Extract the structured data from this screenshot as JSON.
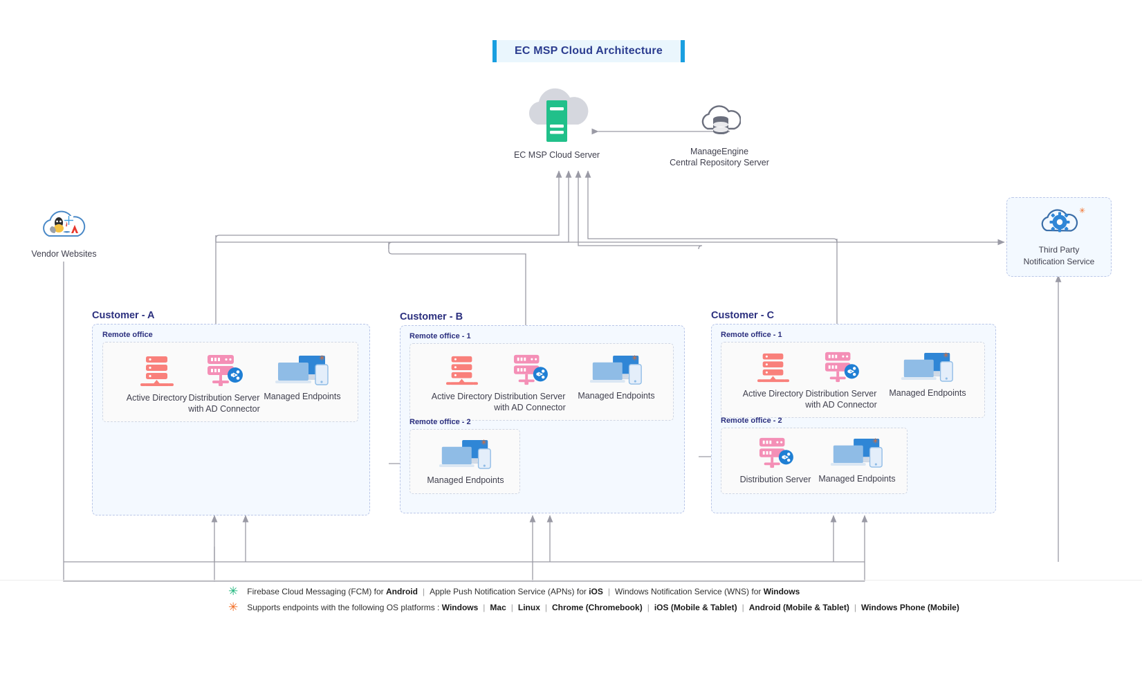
{
  "title": {
    "text": "EC MSP Cloud Architecture",
    "accent": "#1a9fe0",
    "bg": "#eaf6fd",
    "color": "#2b3c8f"
  },
  "cloud": {
    "server_label": "EC MSP Cloud Server",
    "repo_label_line1": "ManageEngine",
    "repo_label_line2": "Central Repository Server",
    "server_color": "#21c08a",
    "cloud_color": "#d5d7de"
  },
  "vendor": {
    "label": "Vendor Websites",
    "logos": [
      "apple-logo",
      "linux-penguin-logo",
      "windows-logo",
      "java-logo",
      "adobe-logo"
    ]
  },
  "third_party": {
    "line1": "Third Party",
    "line2": "Notification Service",
    "icon": "cloud-gear-icon",
    "accent": "#2f86d6"
  },
  "customers": [
    {
      "name": "Customer - A",
      "offices": [
        {
          "label": "Remote office",
          "nodes": [
            {
              "icon": "active-directory-icon",
              "label": "Active Directory",
              "label2": ""
            },
            {
              "icon": "distribution-server-icon",
              "label": "Distribution Server",
              "label2": "with AD Connector"
            },
            {
              "icon": "managed-endpoints-icon",
              "label": "Managed Endpoints",
              "label2": "",
              "badge": "*"
            }
          ]
        }
      ]
    },
    {
      "name": "Customer - B",
      "offices": [
        {
          "label": "Remote office - 1",
          "nodes": [
            {
              "icon": "active-directory-icon",
              "label": "Active Directory",
              "label2": ""
            },
            {
              "icon": "distribution-server-icon",
              "label": "Distribution Server",
              "label2": "with AD Connector"
            },
            {
              "icon": "managed-endpoints-icon",
              "label": "Managed Endpoints",
              "label2": "",
              "badge": "*"
            }
          ]
        },
        {
          "label": "Remote office - 2",
          "nodes": [
            {
              "icon": "managed-endpoints-icon",
              "label": "Managed Endpoints",
              "label2": "",
              "badge": "*"
            }
          ]
        }
      ]
    },
    {
      "name": "Customer - C",
      "offices": [
        {
          "label": "Remote office - 1",
          "nodes": [
            {
              "icon": "active-directory-icon",
              "label": "Active Directory",
              "label2": ""
            },
            {
              "icon": "distribution-server-icon",
              "label": "Distribution Server",
              "label2": "with AD Connector"
            },
            {
              "icon": "managed-endpoints-icon",
              "label": "Managed Endpoints",
              "label2": "",
              "badge": "*"
            }
          ]
        },
        {
          "label": "Remote office - 2",
          "nodes": [
            {
              "icon": "distribution-server-icon",
              "label": "Distribution Server",
              "label2": ""
            },
            {
              "icon": "managed-endpoints-icon",
              "label": "Managed Endpoints",
              "label2": "",
              "badge": "*"
            }
          ]
        }
      ]
    }
  ],
  "legend": {
    "row1": {
      "asterisk": "*",
      "color": "#1cb57b",
      "parts": [
        {
          "t": "Firebase Cloud Messaging (FCM) for ",
          "b": false
        },
        {
          "t": "Android",
          "b": true
        },
        {
          "t": "|",
          "sep": true
        },
        {
          "t": "Apple Push Notification Service (APNs) for ",
          "b": false
        },
        {
          "t": "iOS",
          "b": true
        },
        {
          "t": "|",
          "sep": true
        },
        {
          "t": "Windows Notification Service (WNS) for ",
          "b": false
        },
        {
          "t": "Windows",
          "b": true
        }
      ]
    },
    "row2": {
      "asterisk": "*",
      "color": "#f26a21",
      "parts": [
        {
          "t": "Supports endpoints with the following OS platforms : ",
          "b": false
        },
        {
          "t": "Windows",
          "b": true
        },
        {
          "t": "|",
          "sep": true
        },
        {
          "t": "Mac",
          "b": true
        },
        {
          "t": "|",
          "sep": true
        },
        {
          "t": "Linux",
          "b": true
        },
        {
          "t": "|",
          "sep": true
        },
        {
          "t": "Chrome (Chromebook)",
          "b": true
        },
        {
          "t": "|",
          "sep": true
        },
        {
          "t": "iOS (Mobile & Tablet)",
          "b": true
        },
        {
          "t": "|",
          "sep": true
        },
        {
          "t": "Android (Mobile & Tablet)",
          "b": true
        },
        {
          "t": "|",
          "sep": true
        },
        {
          "t": "Windows Phone (Mobile)",
          "b": true
        }
      ]
    }
  }
}
